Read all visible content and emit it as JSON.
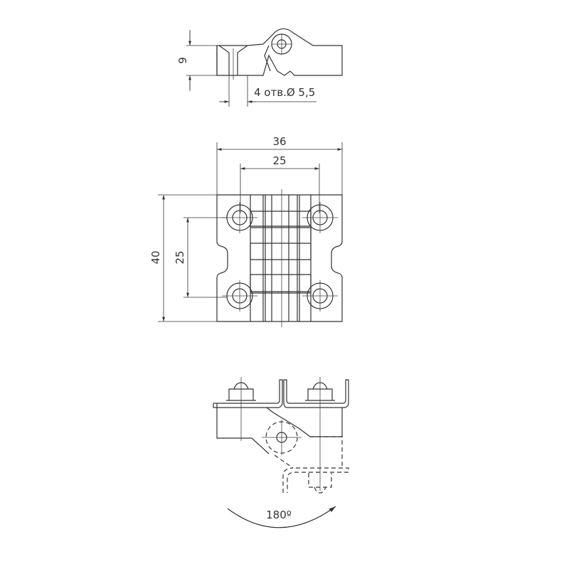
{
  "top_view": {
    "height_dim": "9",
    "hole_note": "4 отв.Ø 5,5"
  },
  "front_view": {
    "width_dim": "36",
    "hole_span_x": "25",
    "height_dim": "40",
    "hole_span_y": "25"
  },
  "side_view": {
    "rotation_label": "180º"
  }
}
